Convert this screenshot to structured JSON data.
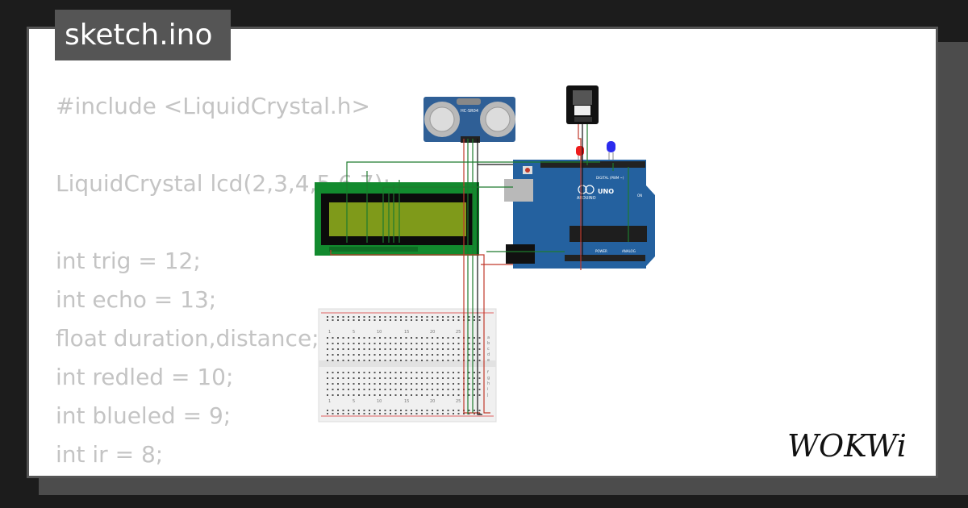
{
  "page": {
    "background": "#1c1c1c",
    "card_background": "#ffffff",
    "code_color": "#c4c4c4"
  },
  "title": "sketch.ino",
  "code_lines": [
    "#include <LiquidCrystal.h>",
    "",
    "LiquidCrystal lcd(2,3,4,5,6,7);",
    "",
    "int trig = 12;",
    "int echo = 13;",
    "float duration,distance;",
    "int redled = 10;",
    "int blueled = 9;",
    "int ir = 8;"
  ],
  "components": {
    "ultrasonic_label": "HC-SR04",
    "arduino_brand": "ARDUINO",
    "arduino_model": "UNO",
    "arduino_digital_label": "DIGITAL (PWM ~)",
    "arduino_power_label": "POWER",
    "arduino_analog_label": "ANALOG",
    "arduino_on_label": "ON",
    "lcd_screen_color": "#7f9a1a",
    "lcd_board_color": "#128a2e",
    "arduino_color": "#24619f",
    "breadboard_numbers": [
      "1",
      "5",
      "10",
      "15",
      "20",
      "25"
    ],
    "breadboard_rows_top": [
      "a",
      "b",
      "c",
      "d",
      "e"
    ],
    "breadboard_rows_bottom": [
      "f",
      "g",
      "h",
      "i",
      "j"
    ]
  },
  "brand": {
    "logo_text": "WOKWi"
  }
}
